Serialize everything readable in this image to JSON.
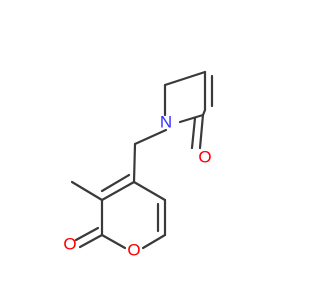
{
  "molecule": {
    "atoms": {
      "N1": "N",
      "O_lactam": "O",
      "O_ring": "O",
      "O_carbonyl": "O"
    },
    "colors": {
      "bond": "#3a3a3a",
      "nitrogen": "#3333ff",
      "oxygen": "#ff0000"
    }
  }
}
